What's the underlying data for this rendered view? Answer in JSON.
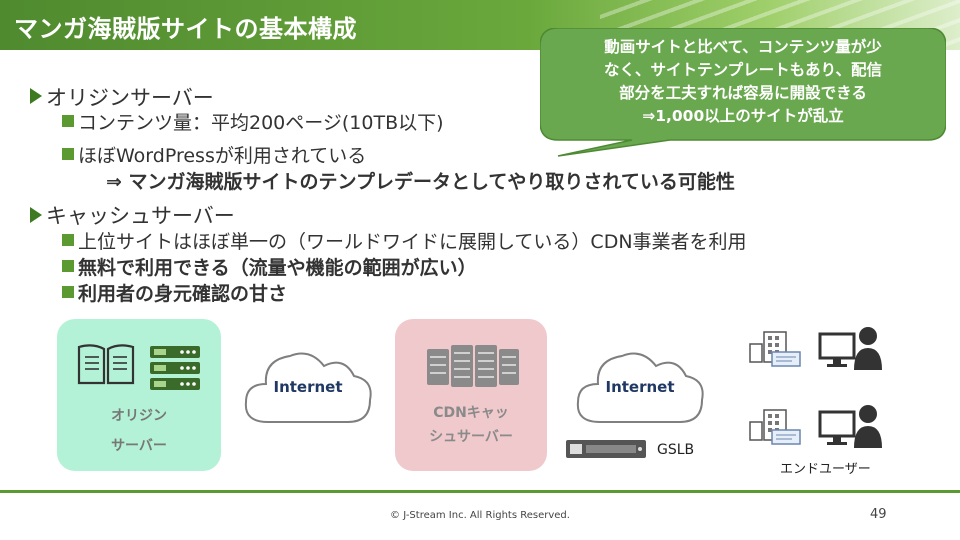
{
  "title": "マンガ海賊版サイトの基本構成",
  "callout": {
    "lines": [
      "動画サイトと比べて、コンテンツ量が少",
      "なく、サイトテンプレートもあり、配信",
      "部分を工夫すれば容易に開設できる",
      "⇒1,000以上のサイトが乱立"
    ]
  },
  "sections": {
    "origin": {
      "heading": "オリジンサーバー",
      "item1": "コンテンツ量：平均200ページ(10TB以下)",
      "item2": "ほぼWordPressが利用されている",
      "item2_sub": "⇒ マンガ海賊版サイトのテンプレデータとしてやり取りされている可能性"
    },
    "cache": {
      "heading": "キャッシュサーバー",
      "item1": "上位サイトはほぼ単一の（ワールドワイドに展開している）CDN事業者を利用",
      "item2": "無料で利用できる（流量や機能の範囲が広い）",
      "item3": "利用者の身元確認の甘さ"
    }
  },
  "diagram": {
    "origin_label_1": "オリジン",
    "origin_label_2": "サーバー",
    "internet_1": "Internet",
    "cdn_label_1": "CDNキャッ",
    "cdn_label_2": "シュサーバー",
    "internet_2": "Internet",
    "gslb": "GSLB",
    "end_user": "エンドユーザー"
  },
  "footer": {
    "copyright": "© J-Stream Inc. All Rights Reserved.",
    "page": "49"
  },
  "colors": {
    "accent_green": "#5a9a30",
    "callout_green": "#6aa84f",
    "origin_box": "#b3f2d6",
    "cdn_box": "#f0c9cd"
  }
}
